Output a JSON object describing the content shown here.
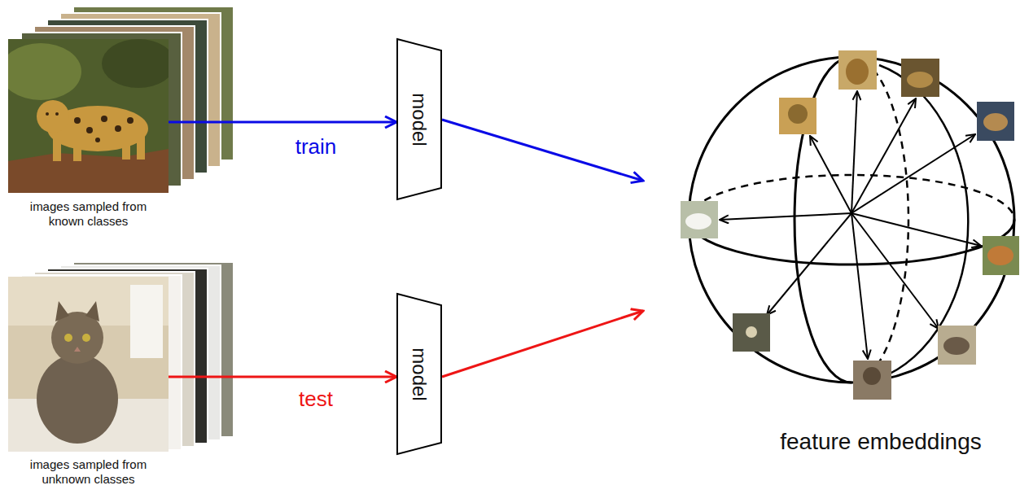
{
  "diagram": {
    "nodes": [
      {
        "text": [
          "images sampled from known classes"
        ]
      },
      {
        "text": [
          "model"
        ]
      },
      {
        "text": [
          "images sampled from unknown classes"
        ]
      },
      {
        "text": [
          "model"
        ]
      },
      {
        "text": [
          "feature embeddings"
        ]
      }
    ],
    "edges": [
      {
        "from": 0,
        "to": 1,
        "arrow": "to",
        "label": "train"
      },
      {
        "from": 1,
        "to": 4,
        "arrow": "to"
      },
      {
        "from": 2,
        "to": 3,
        "arrow": "to",
        "label": "test"
      },
      {
        "from": 3,
        "to": 4,
        "arrow": "to"
      }
    ]
  }
}
